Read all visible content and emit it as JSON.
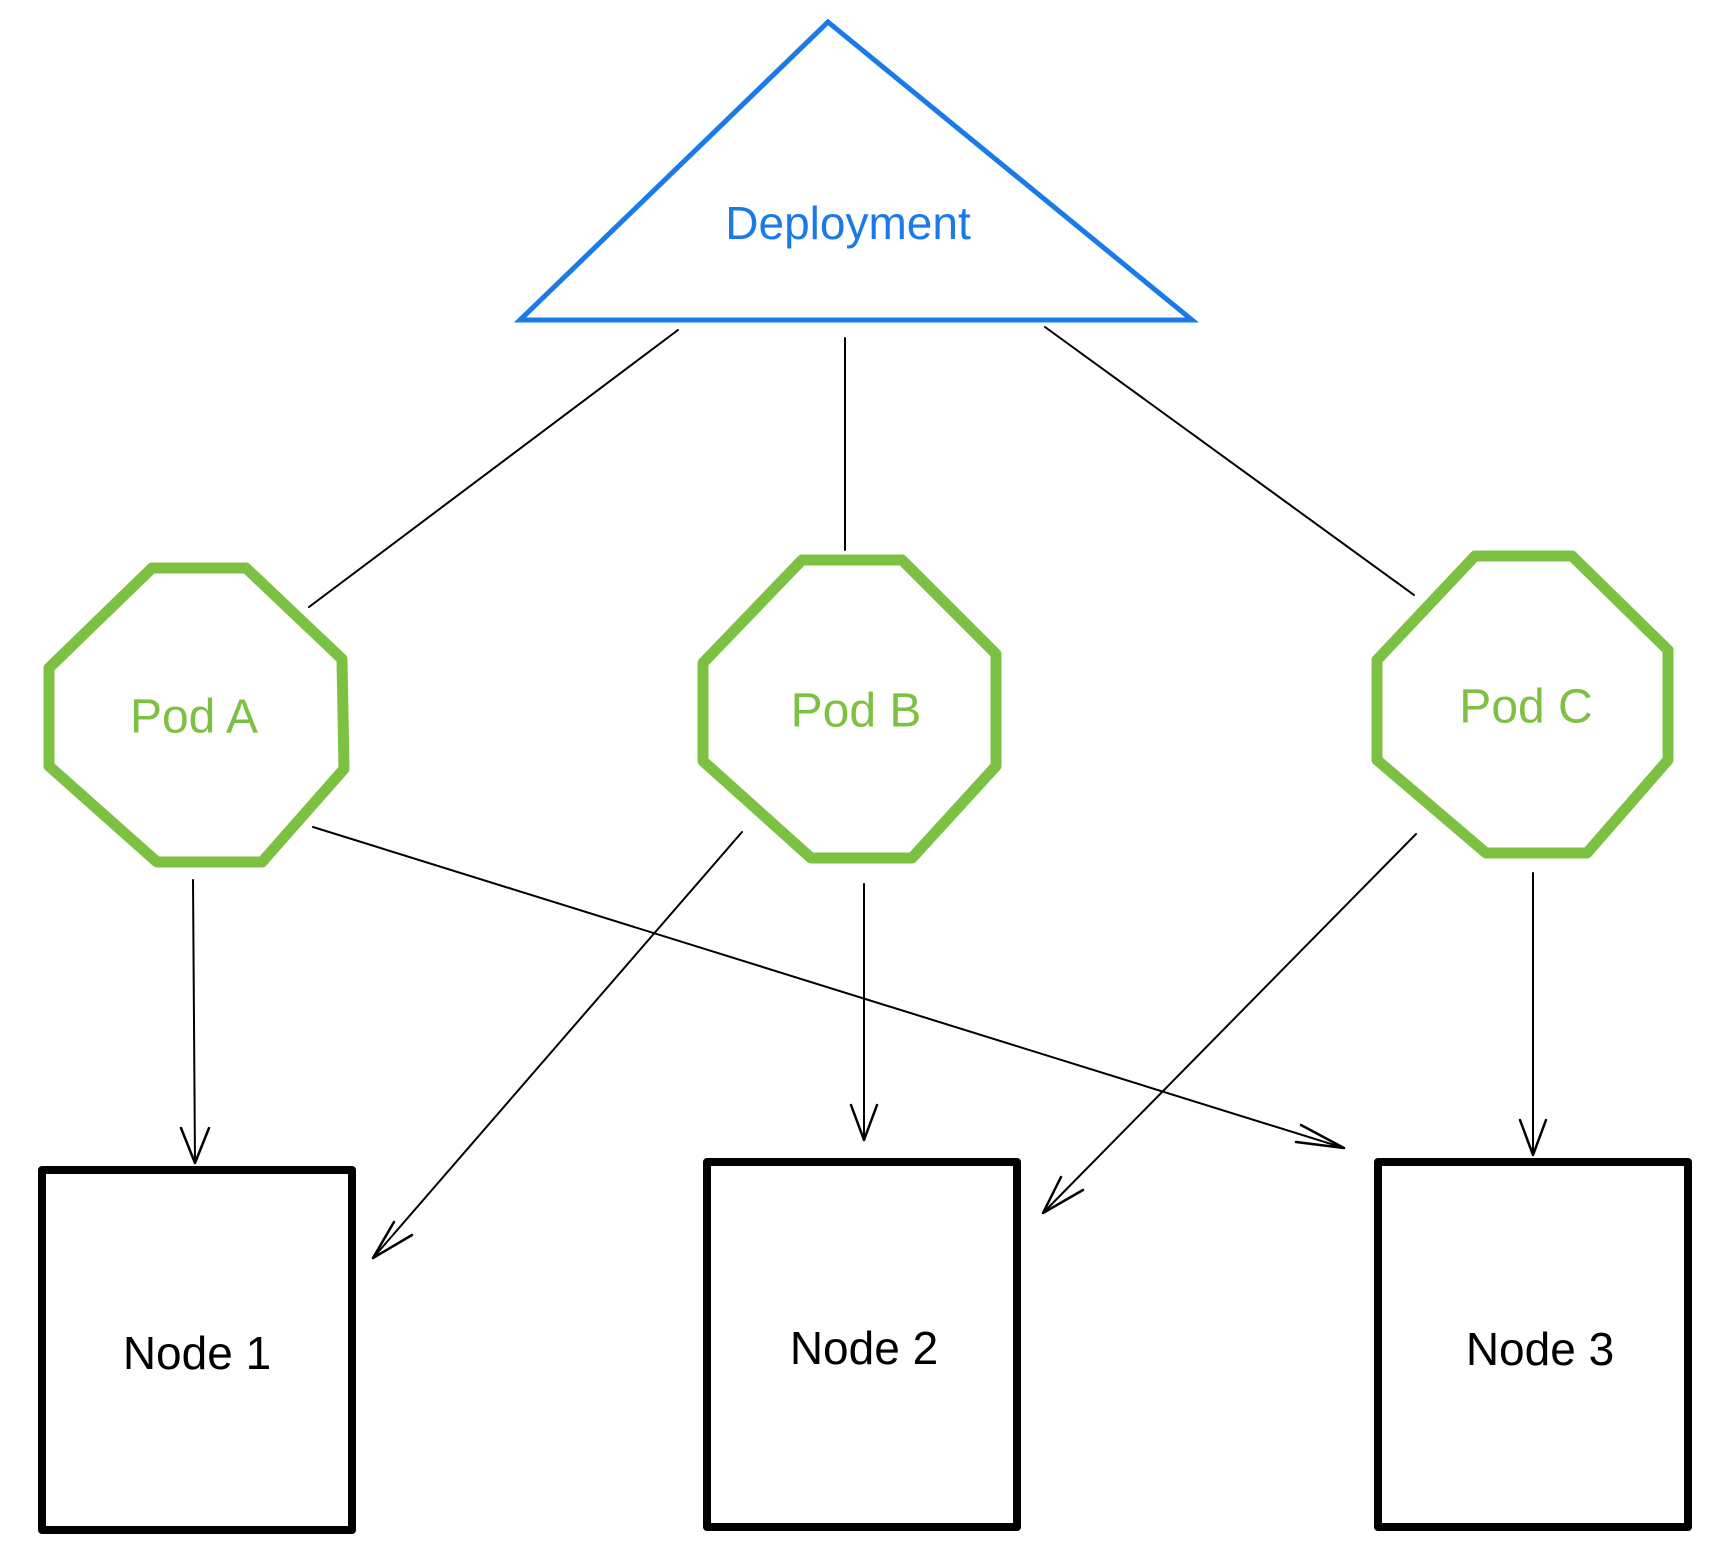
{
  "diagram": {
    "deployment": {
      "label": "Deployment",
      "color": "#1a7ae8"
    },
    "pods": [
      {
        "id": "pod-a",
        "label": "Pod A",
        "color": "#7dc142"
      },
      {
        "id": "pod-b",
        "label": "Pod B",
        "color": "#7dc142"
      },
      {
        "id": "pod-c",
        "label": "Pod C",
        "color": "#7dc142"
      }
    ],
    "nodes": [
      {
        "id": "node-1",
        "label": "Node 1"
      },
      {
        "id": "node-2",
        "label": "Node 2"
      },
      {
        "id": "node-3",
        "label": "Node 3"
      }
    ],
    "edges": [
      {
        "from": "deployment",
        "to": "pod-a",
        "arrow": false
      },
      {
        "from": "deployment",
        "to": "pod-b",
        "arrow": false
      },
      {
        "from": "deployment",
        "to": "pod-c",
        "arrow": false
      },
      {
        "from": "pod-a",
        "to": "node-1",
        "arrow": true
      },
      {
        "from": "pod-a",
        "to": "node-3",
        "arrow": true
      },
      {
        "from": "pod-b",
        "to": "node-1",
        "arrow": true
      },
      {
        "from": "pod-b",
        "to": "node-2",
        "arrow": true
      },
      {
        "from": "pod-c",
        "to": "node-2",
        "arrow": true
      },
      {
        "from": "pod-c",
        "to": "node-3",
        "arrow": true
      }
    ]
  }
}
